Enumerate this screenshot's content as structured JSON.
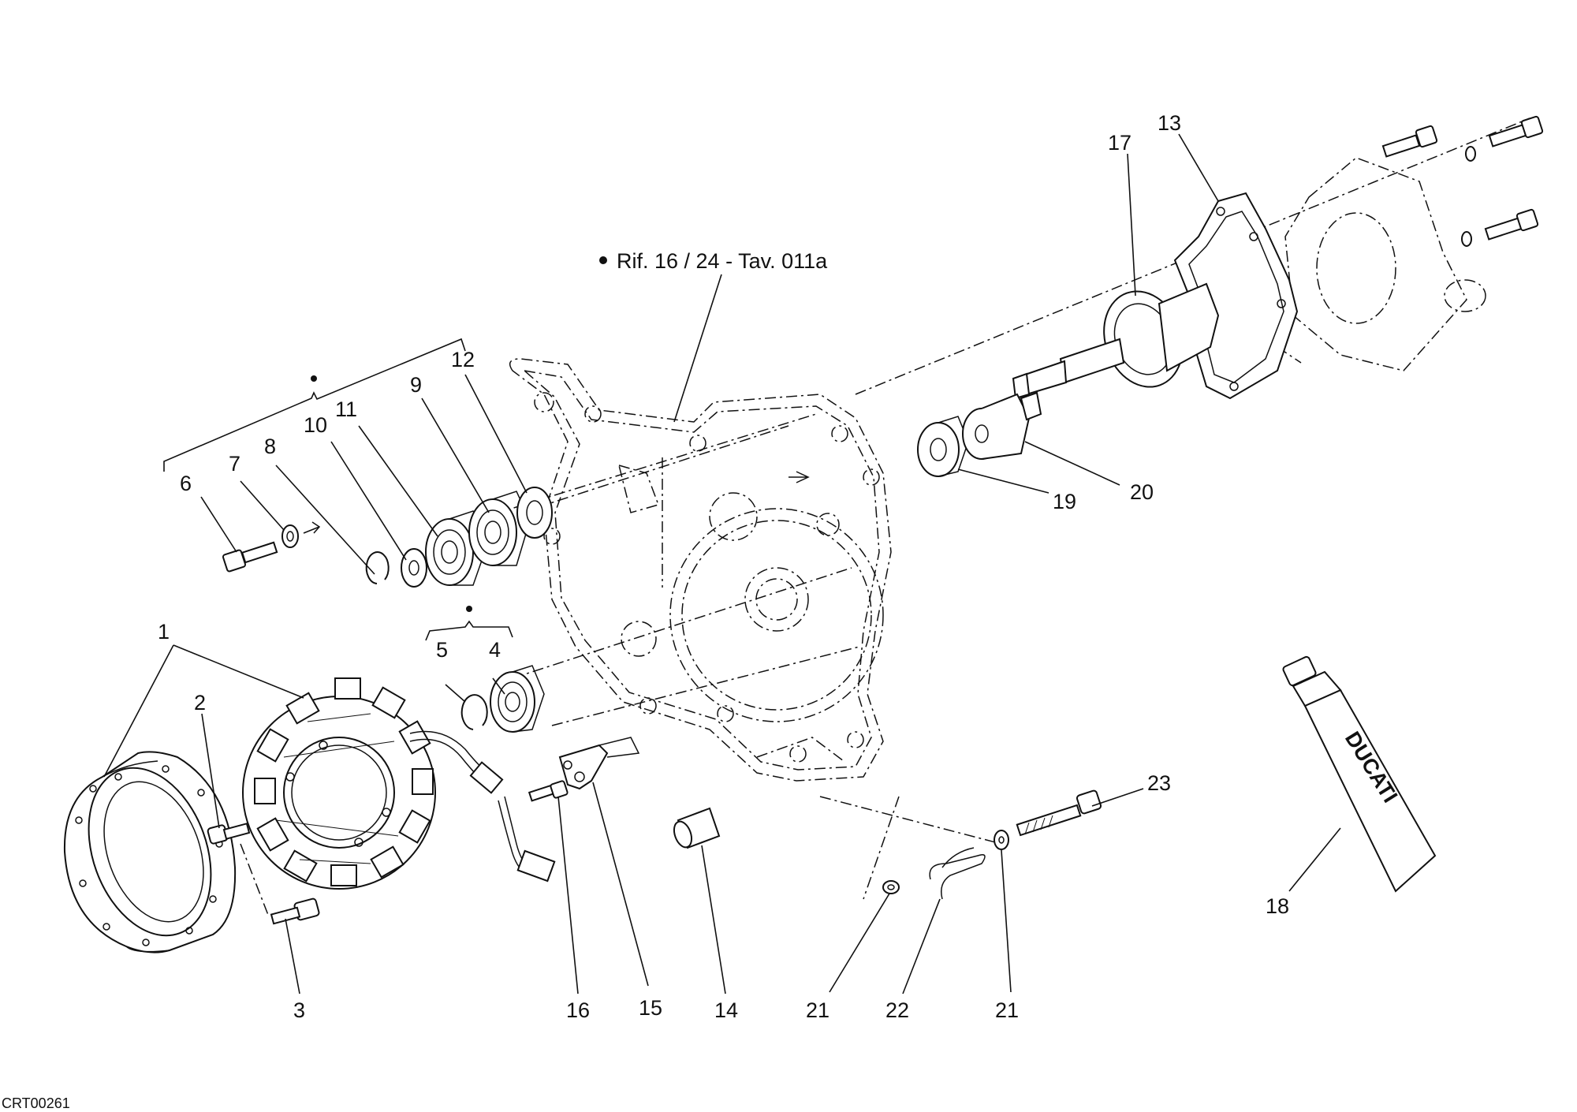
{
  "diagram": {
    "reference_note": "Rif. 16 / 24 - Tav. 011a",
    "drawing_code": "CRT00261",
    "tube_brand": "DUCATI",
    "callouts": [
      "1",
      "2",
      "3",
      "4",
      "5",
      "6",
      "7",
      "8",
      "9",
      "10",
      "11",
      "12",
      "13",
      "14",
      "15",
      "16",
      "17",
      "18",
      "19",
      "20",
      "21",
      "21",
      "22",
      "23"
    ]
  }
}
